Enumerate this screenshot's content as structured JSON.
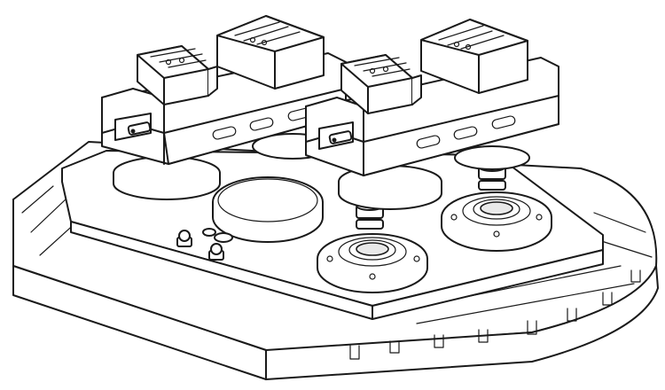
{
  "drawing": {
    "line_color": "#1a1a1a",
    "fill_color": "#ffffff",
    "shade_color": "#e9e9e9"
  },
  "components": [
    {
      "name": "rotary-table",
      "icon": "rotary-table-icon"
    },
    {
      "name": "base-plate",
      "icon": "base-plate-icon"
    },
    {
      "name": "vise-left",
      "icon": "machine-vise-icon"
    },
    {
      "name": "vise-right",
      "icon": "machine-vise-icon"
    },
    {
      "name": "clamping-module",
      "icon": "zero-point-module-icon"
    },
    {
      "name": "clamping-pin",
      "icon": "clamping-pin-icon"
    },
    {
      "name": "air-fitting",
      "icon": "air-fitting-icon"
    }
  ]
}
